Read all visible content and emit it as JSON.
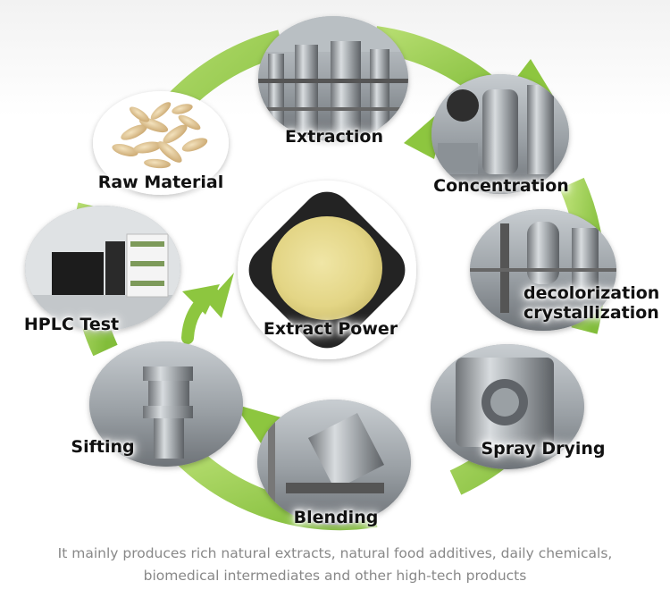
{
  "diagram": {
    "center": {
      "label": "Extract Power"
    },
    "steps": [
      {
        "id": "extraction",
        "label": "Extraction"
      },
      {
        "id": "concentration",
        "label": "Concentration"
      },
      {
        "id": "decolorization-crystallization",
        "label_line1": "decolorization",
        "label_line2": "crystallization"
      },
      {
        "id": "spray-drying",
        "label": "Spray Drying"
      },
      {
        "id": "blending",
        "label": "Blending"
      },
      {
        "id": "sifting",
        "label": "Sifting"
      },
      {
        "id": "hplc-test",
        "label": "HPLC Test"
      },
      {
        "id": "raw-material",
        "label": "Raw Material"
      }
    ]
  },
  "caption": {
    "line1": "It mainly produces rich natural extracts, natural food additives, daily chemicals,",
    "line2": "biomedical intermediates and other high-tech products"
  },
  "colors": {
    "arrow_green": "#8dc63f",
    "arrow_green_light": "#c2e08f",
    "powder": "#e6d98a",
    "plate": "#232323",
    "text": "#111111",
    "caption": "#888888"
  }
}
